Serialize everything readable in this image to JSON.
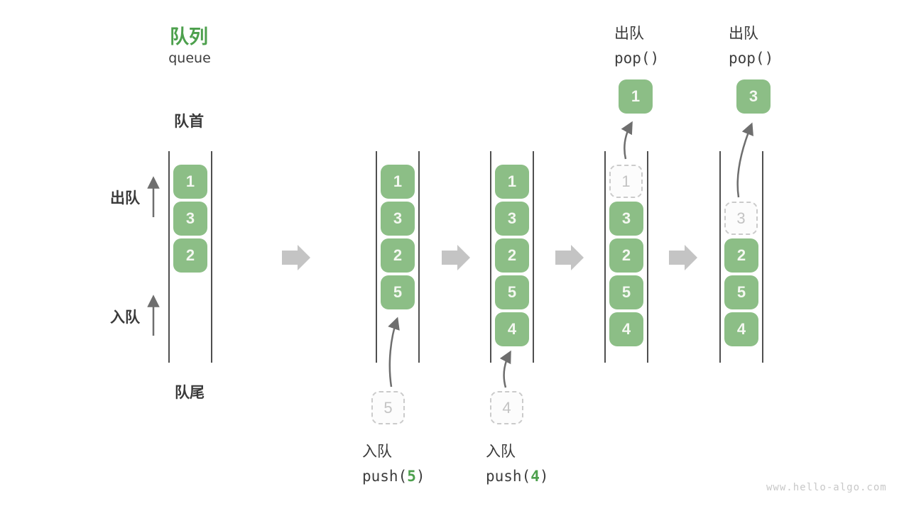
{
  "title": {
    "zh": "队列",
    "en": "queue"
  },
  "side_labels": {
    "front": "队首",
    "rear": "队尾",
    "dequeue": "出队",
    "enqueue": "入队"
  },
  "ops": {
    "push5": {
      "label": "入队",
      "code_open": "push(",
      "arg": "5",
      "code_close": ")"
    },
    "push4": {
      "label": "入队",
      "code_open": "push(",
      "arg": "4",
      "code_close": ")"
    },
    "pop1": {
      "label": "出队",
      "code": "pop()"
    },
    "pop2": {
      "label": "出队",
      "code": "pop()"
    }
  },
  "states": [
    {
      "boxes": [
        "1",
        "3",
        "2"
      ]
    },
    {
      "boxes": [
        "1",
        "3",
        "2",
        "5"
      ],
      "incoming": "5"
    },
    {
      "boxes": [
        "1",
        "3",
        "2",
        "5",
        "4"
      ],
      "incoming": "4"
    },
    {
      "ghost": "1",
      "boxes": [
        "3",
        "2",
        "5",
        "4"
      ],
      "popped": "1"
    },
    {
      "ghost": "3",
      "boxes": [
        "2",
        "5",
        "4"
      ],
      "popped": "3"
    }
  ],
  "colors": {
    "item_green": "#8cbe86",
    "accent_green": "#4da04d",
    "text_dark": "#3a3a3a",
    "queue_wall": "#4f4f4f",
    "block_arrow_gray": "#c4c4c4",
    "thin_arrow_gray": "#6e6e6e",
    "ghost_border": "#cbcbcb",
    "ghost_text": "#c3c3c3",
    "watermark_gray": "#c8c8c8"
  },
  "watermark": "www.hello-algo.com"
}
